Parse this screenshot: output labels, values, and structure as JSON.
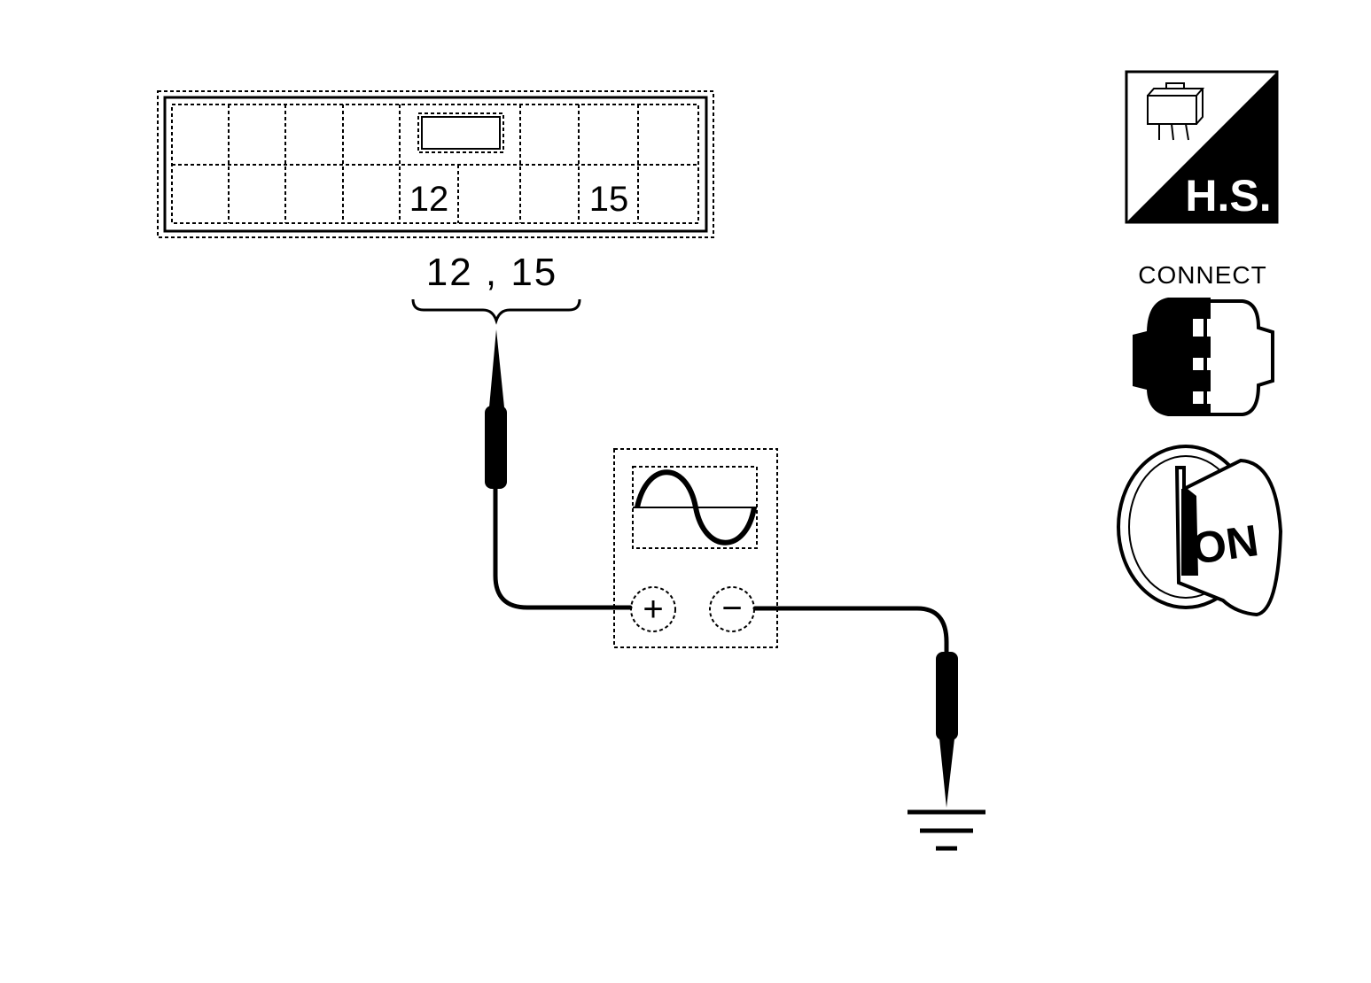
{
  "connector": {
    "pin_a": "12",
    "pin_b": "15",
    "probe_label": "12 , 15"
  },
  "icons": {
    "harness_side": {
      "name": "harness-side-icon",
      "label": "H.S."
    },
    "connect": {
      "name": "connect-icon",
      "label": "CONNECT"
    },
    "ignition": {
      "name": "ignition-key-on-icon",
      "label": "ON"
    }
  },
  "oscilloscope": {
    "name": "oscilloscope-icon",
    "positive_terminal": "+",
    "negative_terminal": "−"
  },
  "ground": {
    "name": "ground-icon"
  }
}
